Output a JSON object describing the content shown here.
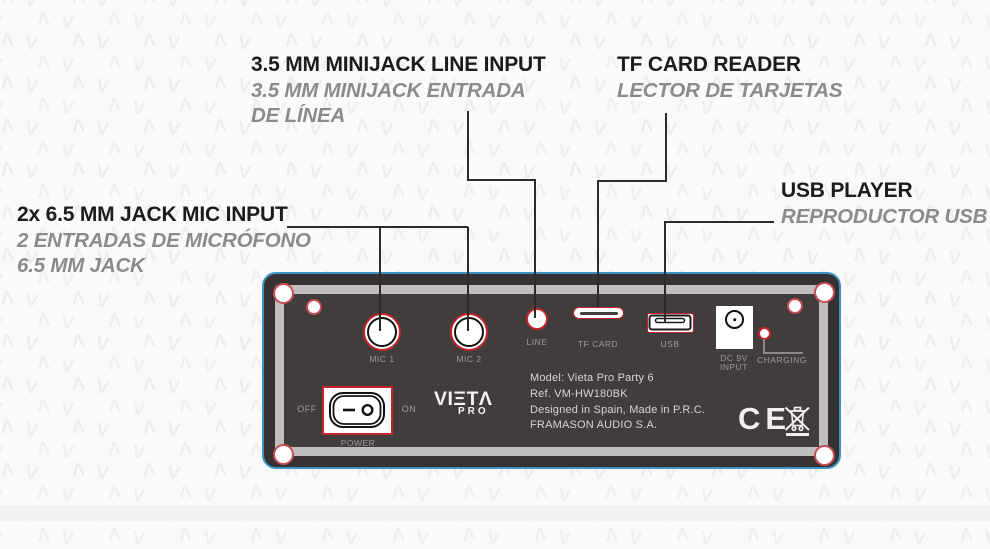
{
  "background": {
    "watermark_glyphs": [
      "Λ",
      "V"
    ]
  },
  "callouts": {
    "mic": {
      "title": "2x 6.5 MM JACK MIC INPUT",
      "line1": "2 ENTRADAS DE MICRÓFONO",
      "line2": "6.5 MM JACK"
    },
    "line_in": {
      "title": "3.5 MM MINIJACK LINE INPUT",
      "line1": "3.5 MM MINIJACK ENTRADA",
      "line2": "DE LÍNEA"
    },
    "tf": {
      "title": "TF CARD READER",
      "line1": "LECTOR DE TARJETAS"
    },
    "usb": {
      "title": "USB PLAYER",
      "line1": "REPRODUCTOR USB"
    }
  },
  "panel": {
    "port_labels": {
      "mic1": "MIC 1",
      "mic2": "MIC 2",
      "line": "LINE",
      "tf": "TF CARD",
      "usb": "USB",
      "dc1": "DC 9V",
      "dc2": "INPUT",
      "charging": "CHARGING"
    },
    "power": {
      "off": "OFF",
      "on": "ON",
      "label": "POWER"
    },
    "brand": {
      "name": "VIΞTΛ",
      "sub": "PRO"
    },
    "info": [
      "Model: Vieta Pro Party 6",
      "Ref. VM-HW180BK",
      "Designed in Spain, Made in P.R.C.",
      "FRAMASON AUDIO S.A."
    ],
    "ce_mark": "CE"
  },
  "colors": {
    "accent_red": "#c5242b",
    "panel_face": "#413d3d",
    "panel_frame": "#363232",
    "bevel_silver": "#bfbdbd",
    "edge_blue": "#3e92c2",
    "callout_line": "#2e2a2a",
    "title_text": "#1e1b1b",
    "subtitle_text": "#8d8a8a"
  }
}
